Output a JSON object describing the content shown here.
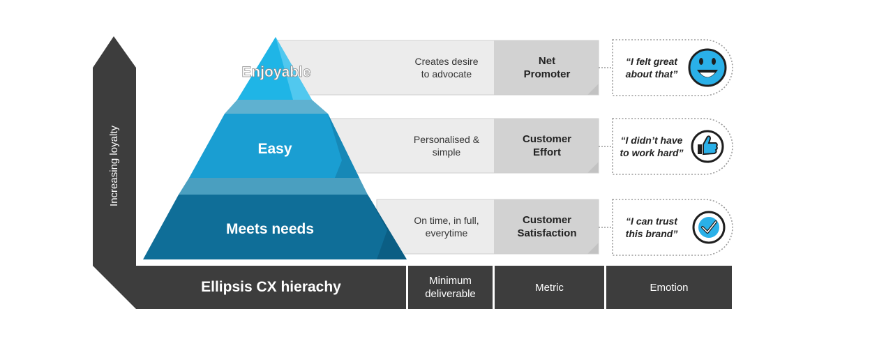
{
  "axis": {
    "label": "Increasing loyalty"
  },
  "footer": {
    "title": "Ellipsis CX hierachy",
    "col_deliverable": [
      "Minimum",
      "deliverable"
    ],
    "col_metric": "Metric",
    "col_emotion": "Emotion"
  },
  "levels": [
    {
      "name": "Enjoyable",
      "deliverable": [
        "Creates desire",
        "to advocate"
      ],
      "metric": [
        "Net",
        "Promoter"
      ],
      "emotion": [
        "“I felt great",
        "about that”"
      ],
      "icon": "smiley-face-icon"
    },
    {
      "name": "Easy",
      "deliverable": [
        "Personalised &",
        "simple"
      ],
      "metric": [
        "Customer",
        "Effort"
      ],
      "emotion": [
        "“I didn’t have",
        "to work hard”"
      ],
      "icon": "thumbs-up-icon"
    },
    {
      "name": "Meets needs",
      "deliverable": [
        "On time, in full,",
        "everytime"
      ],
      "metric": [
        "Customer",
        "Satisfaction"
      ],
      "emotion": [
        "“I can trust",
        "this brand”"
      ],
      "icon": "checkmark-icon"
    }
  ],
  "colors": {
    "dark_gray": "#3d3d3d",
    "row_light": "#ececec",
    "row_mid": "#d2d2d2",
    "tier_top": "#1fb5e6",
    "tier_mid": "#1a9ed2",
    "tier_bottom": "#0f6e98",
    "icon_blue": "#2ab0e8"
  }
}
